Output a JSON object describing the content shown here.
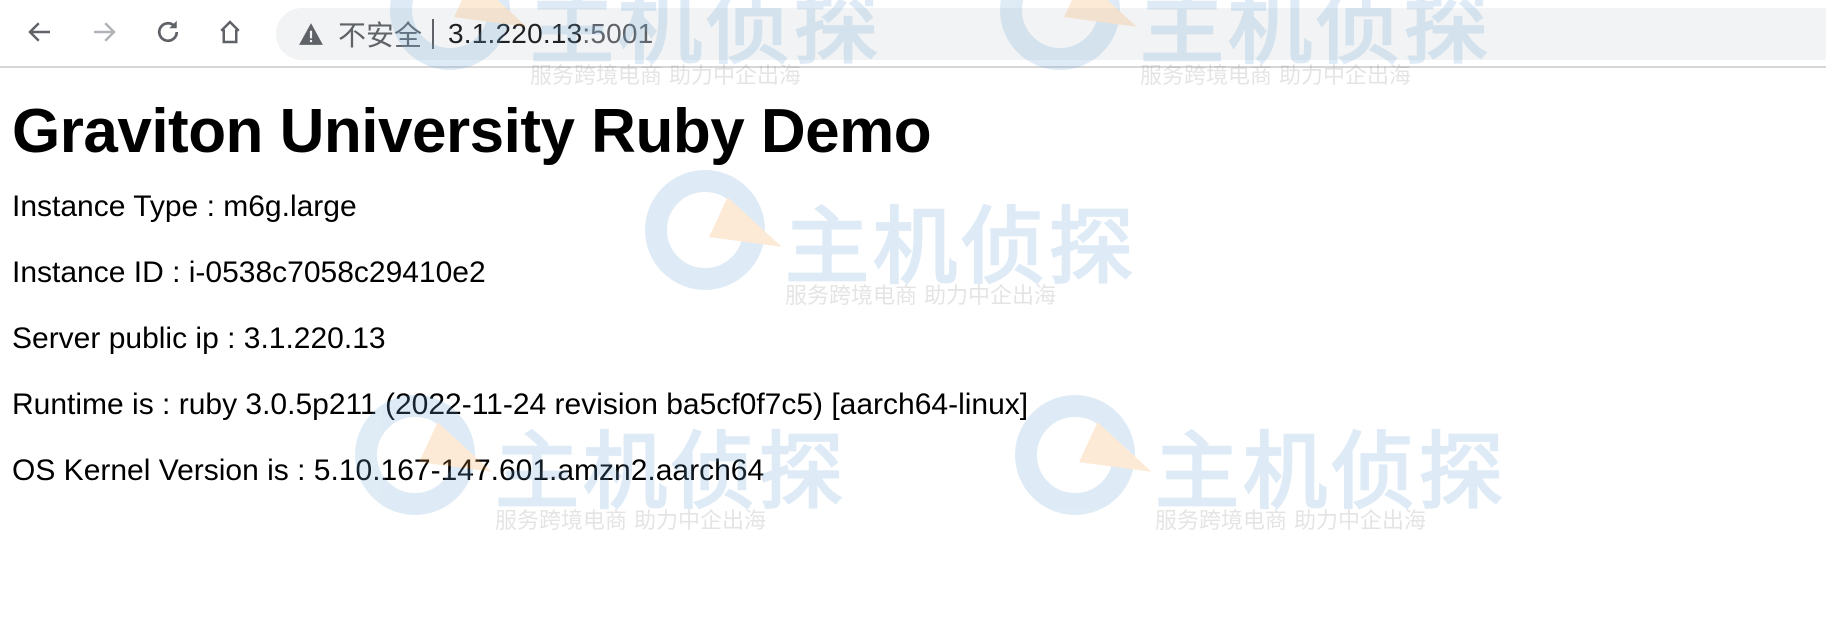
{
  "browser": {
    "nav": {
      "back": "back-arrow-icon",
      "forward": "forward-arrow-icon",
      "reload": "reload-icon",
      "home": "home-icon"
    },
    "omnibox": {
      "security_icon": "warning-triangle-icon",
      "security_label": "不安全",
      "host": "3.1.220.13",
      "port": ":5001"
    }
  },
  "page": {
    "title": "Graviton University Ruby Demo",
    "lines": [
      "Instance Type : m6g.large",
      "Instance ID : i-0538c7058c29410e2",
      "Server public ip : 3.1.220.13",
      "Runtime is : ruby 3.0.5p211 (2022-11-24 revision ba5cf0f7c5) [aarch64-linux]",
      "OS Kernel Version is : 5.10.167-147.601.amzn2.aarch64"
    ]
  },
  "watermark": {
    "brand": "主机侦探",
    "slogan": "服务跨境电商 助力中企出海"
  }
}
